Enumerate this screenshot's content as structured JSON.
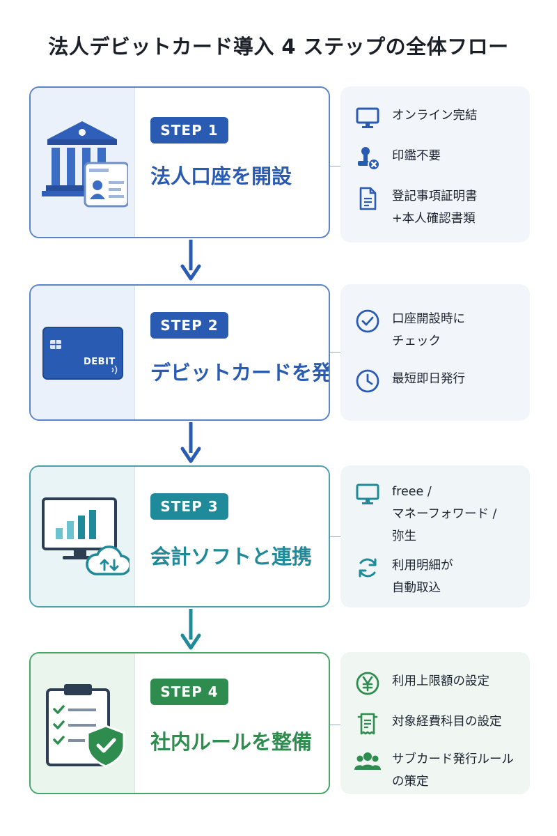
{
  "title": "法人デビットカード導入 4 ステップの全体フロー",
  "colors": {
    "step1": "#2a5bb3",
    "step2": "#2a5bb3",
    "step3": "#1f8a99",
    "step4": "#2d8c4e"
  },
  "steps": [
    {
      "badge": "STEP 1",
      "title": "法人口座を開設",
      "icon": "bank-icon",
      "features": [
        {
          "icon": "monitor-icon",
          "text": "オンライン完結"
        },
        {
          "icon": "seal-off-icon",
          "text": "印鑑不要"
        },
        {
          "icon": "document-icon",
          "line1": "登記事項証明書",
          "line2": "+本人確認書類"
        }
      ]
    },
    {
      "badge": "STEP 2",
      "title": "デビットカードを発行",
      "icon": "debit-card-icon",
      "card_label": "DEBIT",
      "features": [
        {
          "icon": "check-circle-icon",
          "line1": "口座開設時に",
          "line2": "チェック"
        },
        {
          "icon": "clock-icon",
          "text": "最短即日発行"
        }
      ]
    },
    {
      "badge": "STEP 3",
      "title": "会計ソフトと連携",
      "icon": "accounting-sync-icon",
      "features": [
        {
          "icon": "monitor-icon",
          "line1": "freee /",
          "line2": "マネーフォワード /",
          "line3": "弥生"
        },
        {
          "icon": "sync-icon",
          "line1": "利用明細が",
          "line2": "自動取込"
        }
      ]
    },
    {
      "badge": "STEP 4",
      "title": "社内ルールを整備",
      "icon": "checklist-shield-icon",
      "features": [
        {
          "icon": "yen-circle-icon",
          "text": "利用上限額の設定"
        },
        {
          "icon": "receipt-icon",
          "text": "対象経費科目の設定"
        },
        {
          "icon": "users-icon",
          "line1": "サブカード発行ルール",
          "line2": "の策定"
        }
      ]
    }
  ]
}
